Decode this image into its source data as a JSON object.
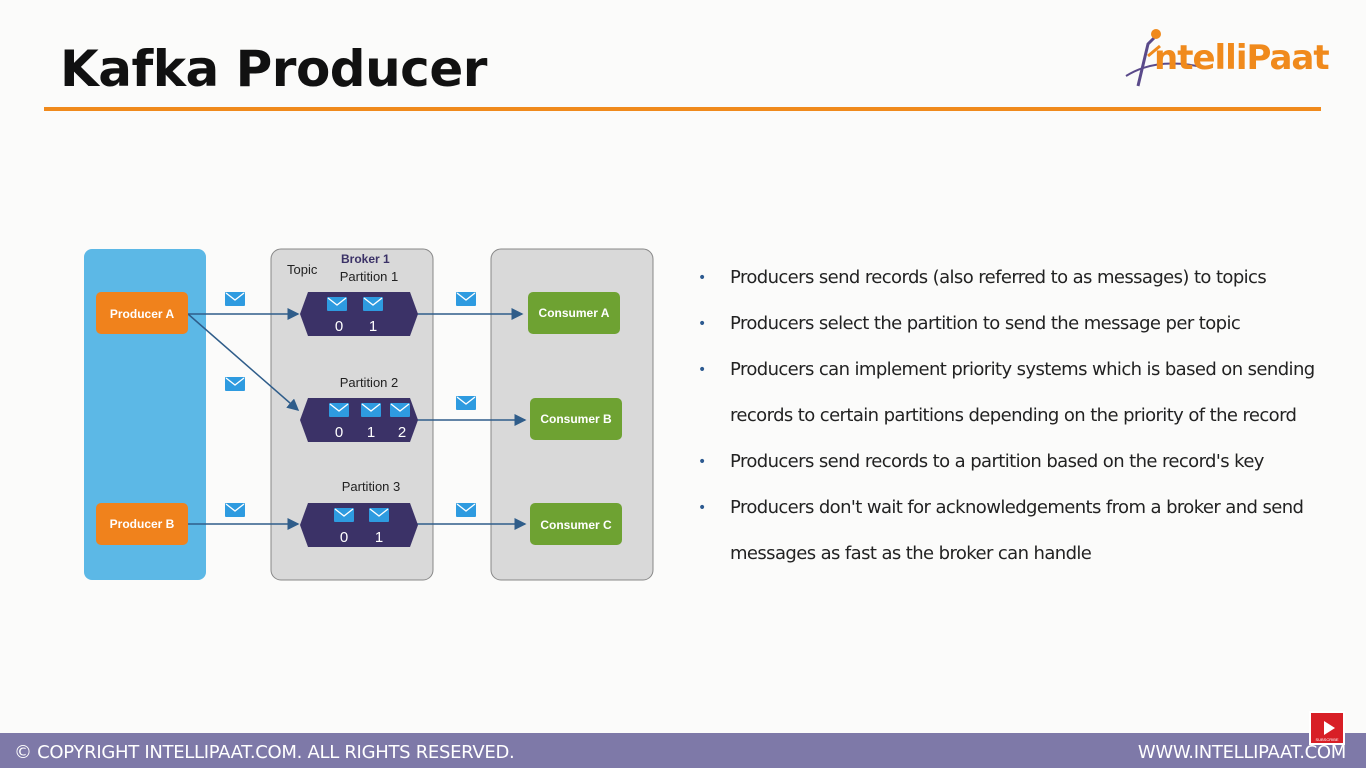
{
  "slide": {
    "title": "Kafka Producer",
    "logo_text": "ntelliPaat"
  },
  "diagram": {
    "producers": [
      "Producer A",
      "Producer B"
    ],
    "topic_label": "Topic",
    "broker_label": "Broker 1",
    "partitions": [
      {
        "label": "Partition 1",
        "offsets": [
          "0",
          "1"
        ]
      },
      {
        "label": "Partition 2",
        "offsets": [
          "0",
          "1",
          "2"
        ]
      },
      {
        "label": "Partition 3",
        "offsets": [
          "0",
          "1"
        ]
      }
    ],
    "consumers": [
      "Consumer A",
      "Consumer B",
      "Consumer C"
    ]
  },
  "bullets": [
    "Producers send records (also referred to as messages) to topics",
    "Producers select the partition to send the message per topic",
    "Producers can implement priority systems which is based on sending",
    "records to certain partitions depending on the priority of the record",
    "Producers send records to a partition based on the record's key",
    "Producers don't wait for acknowledgements from a broker and send",
    "messages as fast as the broker can handle"
  ],
  "bullet_markers": [
    "•",
    "•",
    "•",
    "",
    "•",
    "•",
    ""
  ],
  "footer": {
    "copyright": "© COPYRIGHT  INTELLIPAAT.COM. ALL RIGHTS RESERVED.",
    "website": "WWW.INTELLIPAAT.COM"
  },
  "youtube_badge": {
    "icon": "youtube-play-icon",
    "label": "SUBSCRIBE"
  },
  "colors": {
    "accent": "#f08a1c",
    "producer_panel": "#5cb8e6",
    "producer_box": "#f0821c",
    "consumer_box": "#6ea232",
    "partition_box": "#3b3267",
    "message_icon": "#2e9be0",
    "footer": "#7e79a8"
  }
}
